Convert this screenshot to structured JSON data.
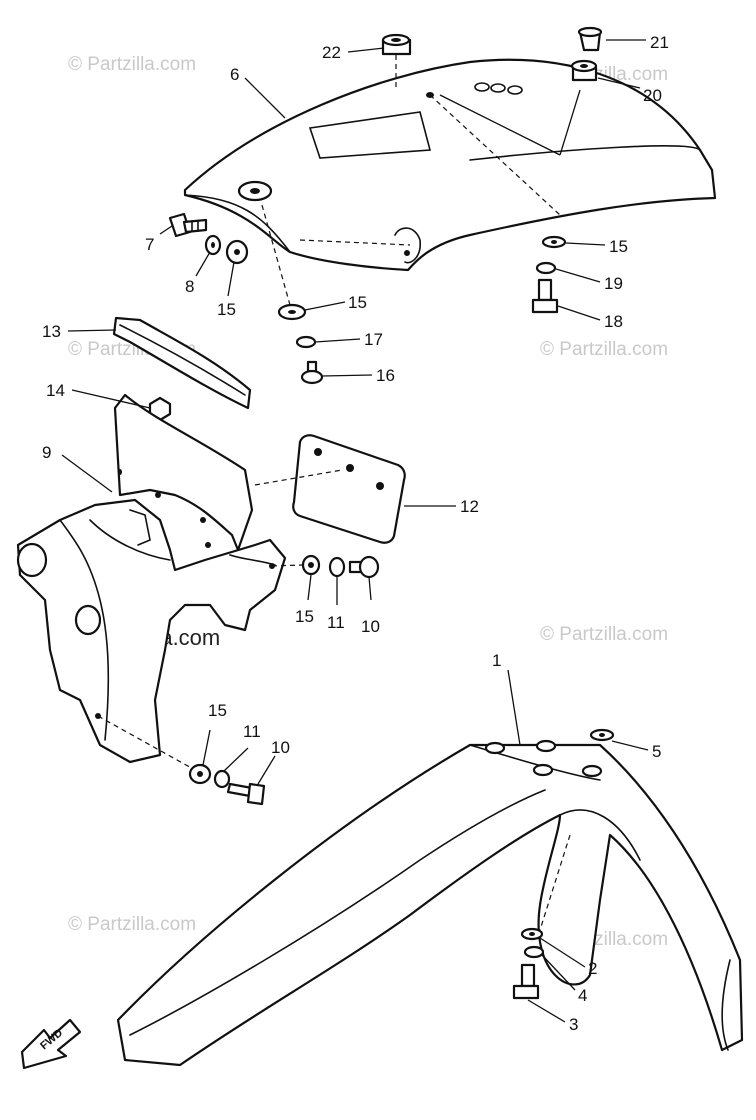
{
  "watermark": {
    "light": "© Partzilla.com",
    "dark": "© Partzilla.com"
  },
  "fwd_label": "FWD",
  "callouts": {
    "c1": "1",
    "c2": "2",
    "c3": "3",
    "c4": "4",
    "c5": "5",
    "c6": "6",
    "c7": "7",
    "c8": "8",
    "c9": "9",
    "c10a": "10",
    "c10b": "10",
    "c11a": "11",
    "c11b": "11",
    "c12": "12",
    "c13": "13",
    "c14": "14",
    "c15a": "15",
    "c15b": "15",
    "c15c": "15",
    "c15d": "15",
    "c15e": "15",
    "c16": "16",
    "c17": "17",
    "c18": "18",
    "c19": "19",
    "c20": "20",
    "c21": "21",
    "c22": "22"
  }
}
